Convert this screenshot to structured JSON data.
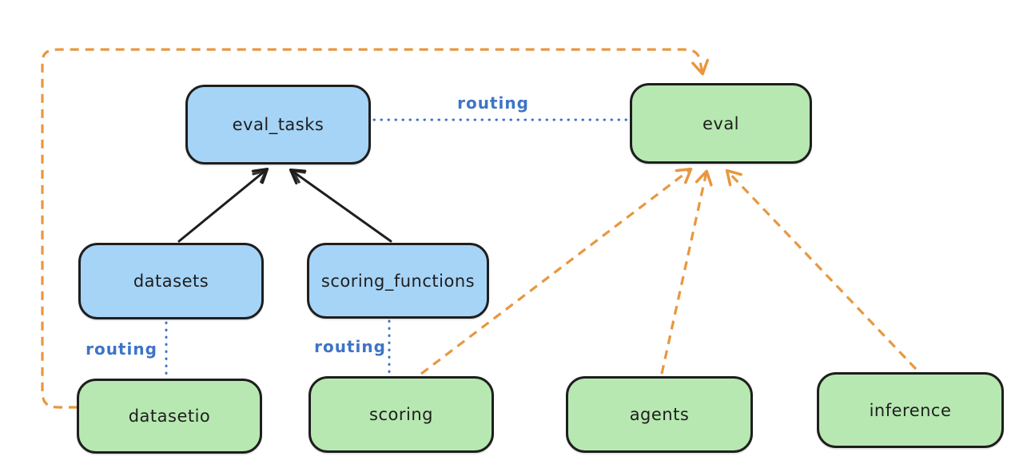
{
  "diagram": {
    "nodes": [
      {
        "id": "eval_tasks",
        "label": "eval_tasks",
        "fill": "blue"
      },
      {
        "id": "eval",
        "label": "eval",
        "fill": "green"
      },
      {
        "id": "datasets",
        "label": "datasets",
        "fill": "blue"
      },
      {
        "id": "scoring_functions",
        "label": "scoring_functions",
        "fill": "blue"
      },
      {
        "id": "datasetio",
        "label": "datasetio",
        "fill": "green"
      },
      {
        "id": "scoring",
        "label": "scoring",
        "fill": "green"
      },
      {
        "id": "agents",
        "label": "agents",
        "fill": "green"
      },
      {
        "id": "inference",
        "label": "inference",
        "fill": "green"
      }
    ],
    "edges": [
      {
        "from": "datasets",
        "to": "eval_tasks",
        "style": "solid-arrow",
        "color": "black"
      },
      {
        "from": "scoring_functions",
        "to": "eval_tasks",
        "style": "solid-arrow",
        "color": "black"
      },
      {
        "from": "eval_tasks",
        "to": "eval",
        "style": "dotted-line",
        "color": "blue",
        "label": "routing"
      },
      {
        "from": "datasets",
        "to": "datasetio",
        "style": "dotted-line",
        "color": "blue",
        "label": "routing"
      },
      {
        "from": "scoring_functions",
        "to": "scoring",
        "style": "dotted-line",
        "color": "blue",
        "label": "routing"
      },
      {
        "from": "datasetio",
        "to": "eval",
        "style": "dashed-arrow",
        "color": "orange"
      },
      {
        "from": "scoring",
        "to": "eval",
        "style": "dashed-arrow",
        "color": "orange"
      },
      {
        "from": "agents",
        "to": "eval",
        "style": "dashed-arrow",
        "color": "orange"
      },
      {
        "from": "inference",
        "to": "eval",
        "style": "dashed-arrow",
        "color": "orange"
      }
    ],
    "edge_labels": {
      "routing_top": "routing",
      "routing_left": "routing",
      "routing_mid": "routing"
    }
  },
  "colors": {
    "node_blue_fill": "#a6d4f7",
    "node_green_fill": "#b7e8b1",
    "stroke_black": "#1e1e1e",
    "edge_blue": "#3e74c7",
    "edge_orange": "#e8973f",
    "background": "#ffffff"
  }
}
